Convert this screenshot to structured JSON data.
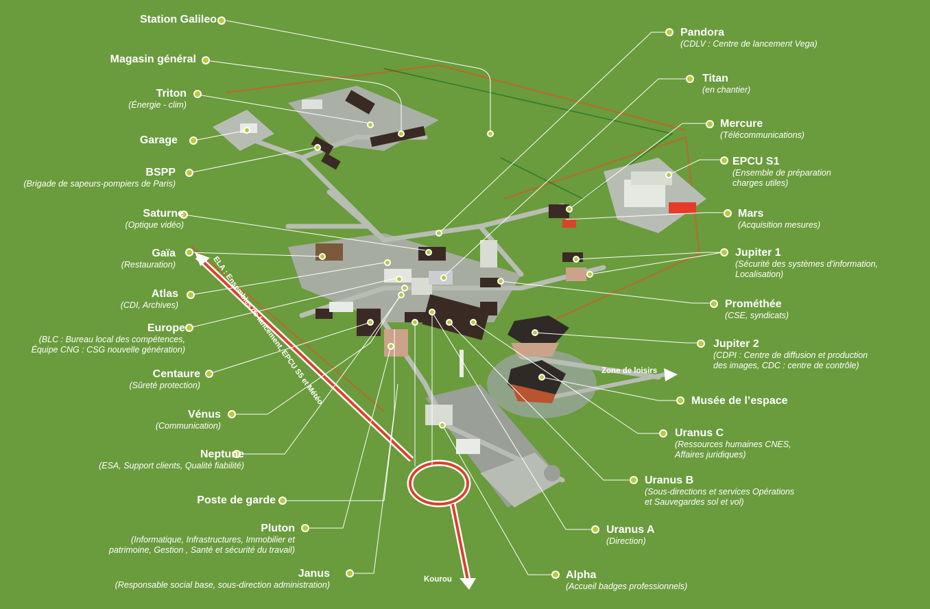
{
  "colors": {
    "background": "#6a9b3d",
    "road": "#b8bdb4",
    "building": "#3a2a24",
    "accent_red": "#d8432b",
    "marker": "#b8c93a",
    "border": "#b86a2a"
  },
  "labels_left": [
    {
      "title": "Station Galileo",
      "sub": ""
    },
    {
      "title": "Magasin général",
      "sub": ""
    },
    {
      "title": "Triton",
      "sub": "(Énergie - clim)"
    },
    {
      "title": "Garage",
      "sub": ""
    },
    {
      "title": "BSPP",
      "sub": "(Brigade de sapeurs-pompiers de Paris)"
    },
    {
      "title": "Saturne",
      "sub": "(Optique vidéo)"
    },
    {
      "title": "Gaïa",
      "sub": "(Restauration)"
    },
    {
      "title": "Atlas",
      "sub": "(CDI, Archives)"
    },
    {
      "title": "Europe",
      "sub": "(BLC : Bureau local des compétences,\nÉquipe CNG : CSG nouvelle génération)"
    },
    {
      "title": "Centaure",
      "sub": "(Sûreté protection)"
    },
    {
      "title": "Vénus",
      "sub": "(Communication)"
    },
    {
      "title": "Neptune",
      "sub": "(ESA, Support clients, Qualité fiabilité)"
    },
    {
      "title": "Poste de garde",
      "sub": ""
    },
    {
      "title": "Pluton",
      "sub": "(Informatique, Infrastructures, Immobilier et\npatrimoine, Gestion , Santé et sécurité du travail)"
    },
    {
      "title": "Janus",
      "sub": "(Responsable social base, sous-direction administration)"
    }
  ],
  "labels_right": [
    {
      "title": "Pandora",
      "sub": "(CDLV : Centre de lancement Vega)"
    },
    {
      "title": "Titan",
      "sub": "(en chantier)"
    },
    {
      "title": "Mercure",
      "sub": "(Télécommunications)"
    },
    {
      "title": "EPCU S1",
      "sub": "(Ensemble de préparation\ncharges utiles)"
    },
    {
      "title": "Mars",
      "sub": "(Acquisition mesures)"
    },
    {
      "title": "Jupiter 1",
      "sub": "(Sécurité des systèmes d'information,\nLocalisation)"
    },
    {
      "title": "Prométhée",
      "sub": "(CSE, syndicats)"
    },
    {
      "title": "Jupiter 2",
      "sub": "(CDPI : Centre de diffusion et production\ndes images, CDC : centre de contrôle)"
    },
    {
      "title": "Musée de l’espace",
      "sub": ""
    },
    {
      "title": "Uranus C",
      "sub": "(Ressources humaines CNES,\nAffaires juridiques)"
    },
    {
      "title": "Uranus B",
      "sub": "(Sous-directions et services Opérations\net Sauvegardes sol et vol)"
    },
    {
      "title": "Uranus A",
      "sub": "(Direction)"
    },
    {
      "title": "Alpha",
      "sub": "(Accueil badges professionnels)"
    }
  ],
  "road_labels": {
    "zone_loisirs": "Zone de loisirs",
    "kourou": "Kourou",
    "ela": "ELA : Ensembles de lancement, EPCU S5 et Météo"
  }
}
